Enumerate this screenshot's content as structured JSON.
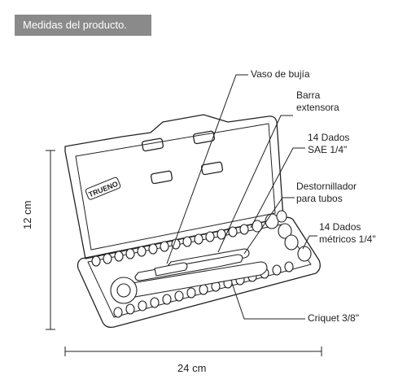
{
  "banner": {
    "title": "Medidas del producto."
  },
  "brand": {
    "logo_text": "TRUENO"
  },
  "dimensions": {
    "width": "24 cm",
    "height": "12 cm"
  },
  "callouts": {
    "spark_plug_socket": "Vaso de bujía",
    "extension_bar_line1": "Barra",
    "extension_bar_line2": "extensora",
    "sae_sockets_line1": "14 Dados",
    "sae_sockets_line2": "SAE 1/4\"",
    "screwdriver_line1": "Destornillador",
    "screwdriver_line2": "para tubos",
    "metric_sockets_line1": "14 Dados",
    "metric_sockets_line2": "métricos 1/4\"",
    "ratchet": "Criquet 3/8\""
  },
  "colors": {
    "banner_bg": "#8a8a8a",
    "line": "#222222"
  }
}
